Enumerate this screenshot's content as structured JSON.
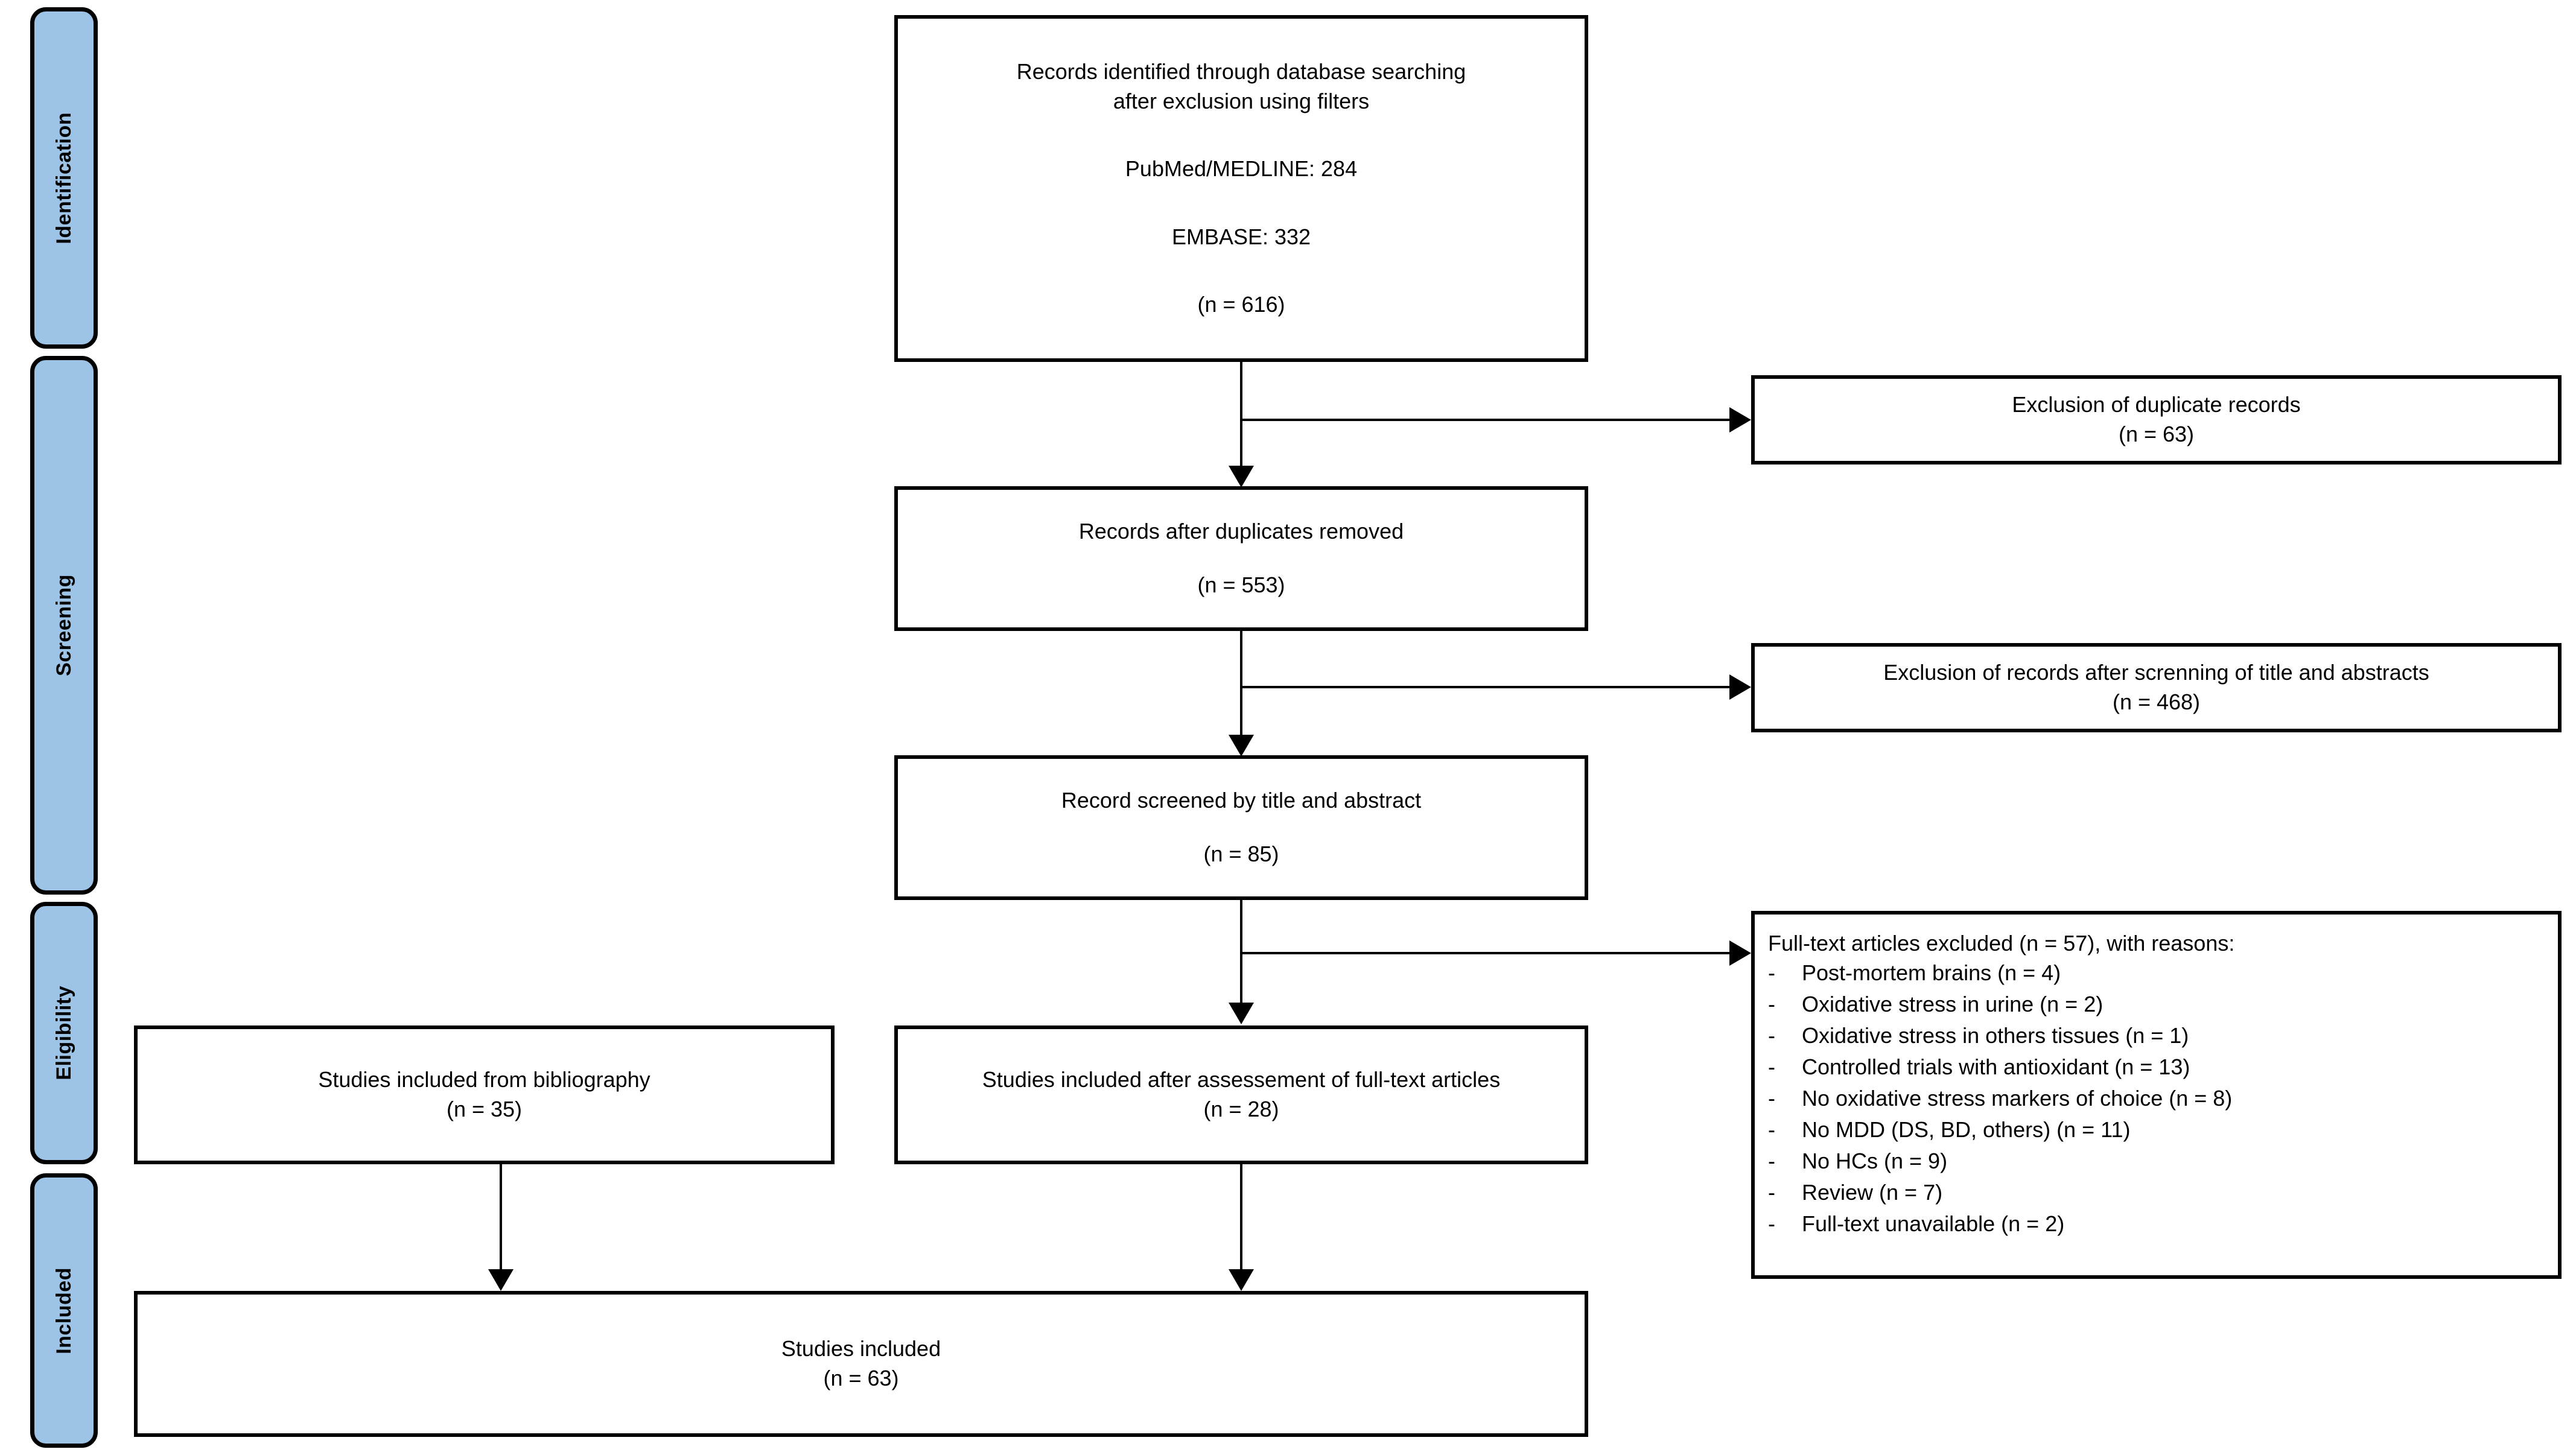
{
  "diagram": {
    "type": "prisma-flow-diagram",
    "stages": [
      {
        "id": "identification",
        "label": "Identification"
      },
      {
        "id": "screening",
        "label": "Screening"
      },
      {
        "id": "eligibility",
        "label": "Eligibility"
      },
      {
        "id": "included",
        "label": "Included"
      }
    ],
    "boxes": {
      "records_identified": {
        "line1": "Records identified through database searching",
        "line2": "after exclusion using filters",
        "line3": "PubMed/MEDLINE: 284",
        "line4": "EMBASE: 332",
        "line5": "(n = 616)"
      },
      "duplicates_excluded": {
        "line1": "Exclusion of duplicate records",
        "line2": "(n = 63)"
      },
      "records_after_duplicates": {
        "line1": "Records after duplicates removed",
        "line2": "(n = 553)"
      },
      "records_excluded_screening": {
        "line1": "Exclusion of records after screnning of title and abstracts",
        "line2": "(n = 468)"
      },
      "records_screened": {
        "line1": "Record screened by title and abstract",
        "line2": "(n = 85)"
      },
      "fulltext_excluded": {
        "heading": "Full-text articles excluded (n = 57), with reasons:",
        "bullet": "-",
        "reasons": [
          "Post-mortem brains (n = 4)",
          "Oxidative stress in urine (n = 2)",
          "Oxidative stress in others tissues (n = 1)",
          "Controlled trials with antioxidant (n = 13)",
          "No oxidative stress markers of choice (n = 8)",
          "No MDD (DS, BD, others) (n = 11)",
          "No HCs (n = 9)",
          "Review (n = 7)",
          "Full-text unavailable (n = 2)"
        ]
      },
      "studies_from_bibliography": {
        "line1": "Studies included from bibliography",
        "line2": "(n = 35)"
      },
      "studies_after_fulltext": {
        "line1": "Studies included after assessement of full-text articles",
        "line2": "(n = 28)"
      },
      "studies_included": {
        "line1": "Studies included",
        "line2": "(n = 63)"
      }
    },
    "colors": {
      "stage_fill": "#9DC3E6",
      "stroke": "#000000",
      "box_fill": "#FFFFFF"
    }
  }
}
